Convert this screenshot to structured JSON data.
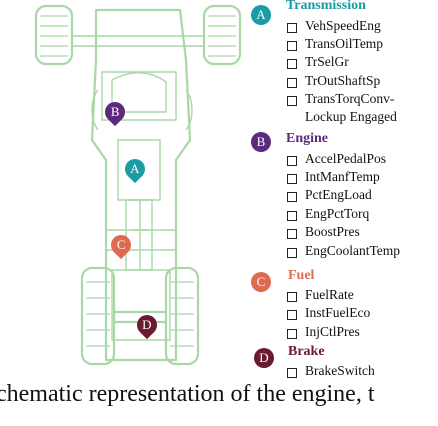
{
  "groups": [
    {
      "letter": "A",
      "title": "Transmission",
      "color": "#1a9ca5",
      "signals": [
        "VehSpeedEng",
        "TransOilTemp",
        "TrSelGr",
        "TrOutShaftSp",
        "TransTorqConv-",
        "Lockup Engaged"
      ]
    },
    {
      "letter": "B",
      "title": "Engine",
      "color": "#5b2a7a",
      "signals": [
        "AccelPedalPos",
        "IntManfTemp",
        "PctEngLoad",
        "EngPctTorq",
        "BoostPres",
        "EngCoolantTemp"
      ]
    },
    {
      "letter": "C",
      "title": "Fuel",
      "color": "#e06a50",
      "signals": [
        "FuelRate",
        "InstFuelEco",
        "InjCtlPres"
      ]
    },
    {
      "letter": "D",
      "title": "Brake",
      "color": "#6b1a32",
      "signals": [
        "BrakeSwitch"
      ]
    }
  ],
  "caption": "chematic representation of the engine, t"
}
